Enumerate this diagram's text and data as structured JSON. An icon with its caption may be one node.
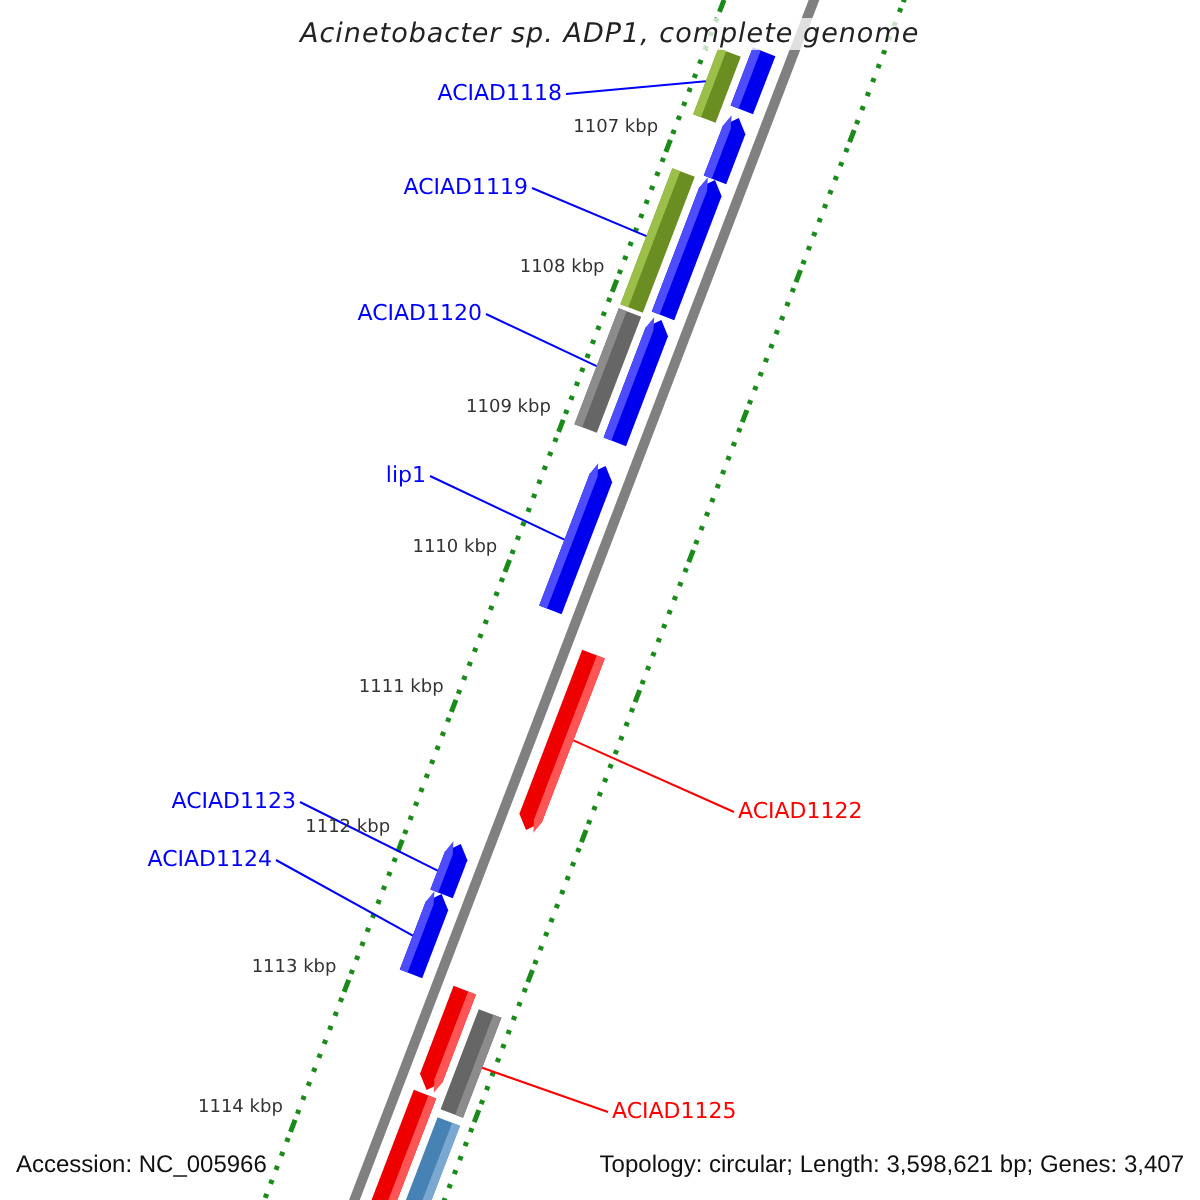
{
  "diagram": {
    "title": "Acinetobacter sp. ADP1, complete genome",
    "nodes": [
      {
        "text": [
          "ACIAD1118"
        ]
      },
      {
        "text": [
          "ACIAD1119"
        ]
      },
      {
        "text": [
          "ACIAD1120"
        ]
      },
      {
        "text": [
          "lip1"
        ]
      },
      {
        "text": [
          "ACIAD1123"
        ]
      },
      {
        "text": [
          "ACIAD1122"
        ]
      },
      {
        "text": [
          "ACIAD1124"
        ]
      },
      {
        "text": [
          "ACIAD1125"
        ]
      },
      {
        "text": [],
        "shape": "bar"
      },
      {
        "text": [],
        "shape": "bar"
      },
      {
        "text": [],
        "shape": "bar"
      },
      {
        "text": [],
        "shape": "bar"
      },
      {
        "text": [],
        "shape": "bar"
      },
      {
        "text": [],
        "shape": "bar"
      },
      {
        "text": [],
        "shape": "bar"
      },
      {
        "text": [],
        "shape": "bar"
      },
      {
        "text": [],
        "shape": "bar"
      },
      {
        "text": [],
        "shape": "bar"
      },
      {
        "text": [],
        "shape": "bar"
      },
      {
        "text": [],
        "shape": "bar"
      },
      {
        "text": [],
        "shape": "bar"
      },
      {
        "text": [],
        "shape": "bar"
      },
      {
        "text": [],
        "shape": "bar"
      }
    ],
    "edges": [
      {
        "from": 0,
        "to": 8,
        "arrow": "none"
      },
      {
        "from": 1,
        "to": 11,
        "arrow": "none"
      },
      {
        "from": 2,
        "to": 13,
        "arrow": "none"
      },
      {
        "from": 3,
        "to": 15,
        "arrow": "none"
      },
      {
        "from": 4,
        "to": 17,
        "arrow": "none"
      },
      {
        "from": 5,
        "to": 16,
        "arrow": "none",
        "color": "#ff0000"
      },
      {
        "from": 6,
        "to": 18,
        "arrow": "none"
      },
      {
        "from": 7,
        "to": 20,
        "arrow": "none",
        "color": "#ff0000"
      }
    ],
    "labels": [
      "1107 kbp",
      "1108 kbp",
      "1109 kbp",
      "1110 kbp",
      "1111 kbp",
      "1112 kbp",
      "1113 kbp",
      "1114 kbp",
      "Accession: NC_005966",
      "Topology: circular; Length: 3,598,621 bp; Genes: 3,407"
    ]
  }
}
